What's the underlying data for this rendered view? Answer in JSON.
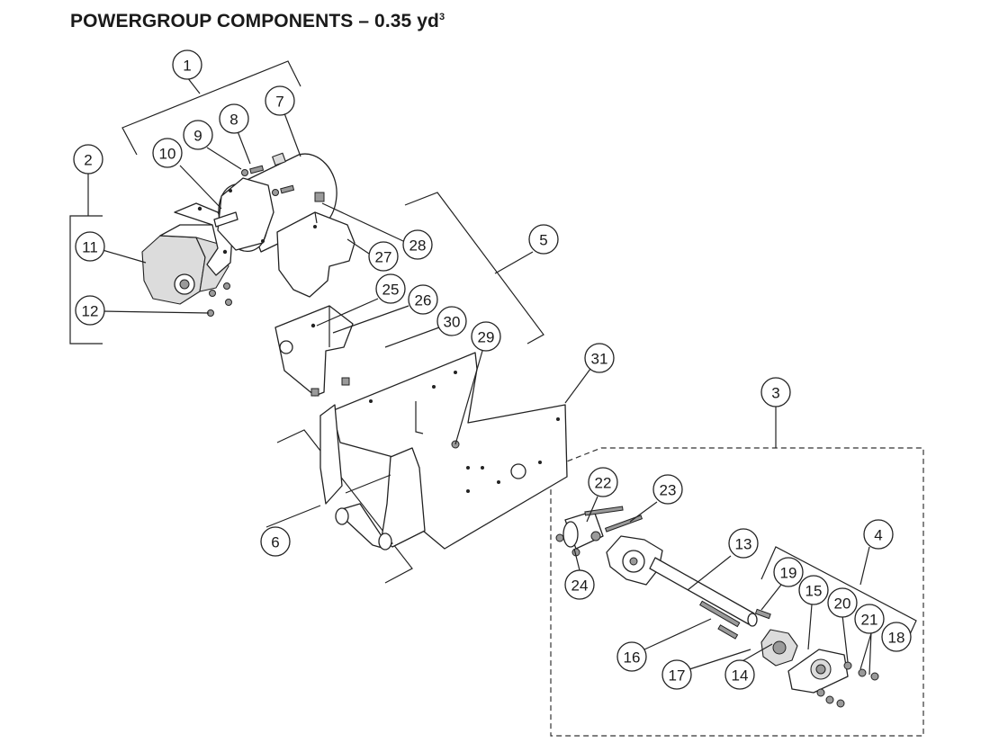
{
  "title": {
    "text": "POWERGROUP COMPONENTS – 0.35 yd",
    "superscript": "3"
  },
  "callouts": [
    "1",
    "2",
    "3",
    "4",
    "5",
    "6",
    "7",
    "8",
    "9",
    "10",
    "11",
    "12",
    "13",
    "14",
    "15",
    "16",
    "17",
    "18",
    "19",
    "20",
    "21",
    "22",
    "23",
    "24",
    "25",
    "26",
    "27",
    "28",
    "29",
    "30",
    "31"
  ]
}
